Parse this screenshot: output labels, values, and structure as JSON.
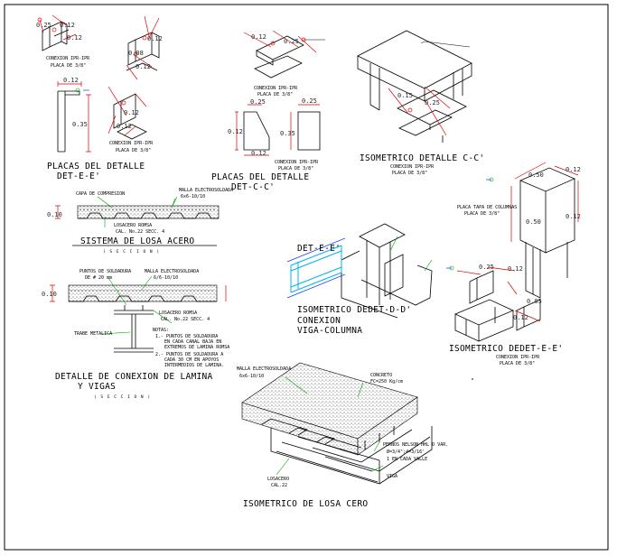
{
  "colors": {
    "border": "#000000",
    "dimension": "#e00000",
    "leader": "#00a000",
    "marker": "#0a3cff",
    "highlight": "#00b4e6"
  },
  "detail_e1": {
    "top_dims": [
      "0.25",
      "0.12",
      "0.12"
    ],
    "note": "CONEXION IPR-IPR",
    "plate": "PLACA DE 3/8\""
  },
  "detail_e2": {
    "top_dims": [
      "0.12",
      "0.08",
      "0.12"
    ],
    "note": "CONEXION IPR-IPR",
    "plate": "PLACA DE 3/8\""
  },
  "plate_e": {
    "dims": [
      "0.12",
      "0.35"
    ],
    "title": "PLACAS DEL DETALLE",
    "title2": "DET-E-E'"
  },
  "detail_e3": {
    "dims": [
      "0.12",
      "0.12"
    ],
    "note": "CONEXION IPR-IPR",
    "plate": "PLACA DE 3/8\""
  },
  "detail_c": {
    "dims": [
      "0.12",
      "0.25"
    ],
    "note": "CONEXION IPR-IPR",
    "plate": "PLACA DE 3/8\""
  },
  "plate_c": {
    "dims": [
      "0.25",
      "0.12",
      "0.25",
      "0.35",
      "0.12"
    ],
    "note": "CONEXION IPR-IPR",
    "plate": "PLACA DE 3/8\"",
    "title": "PLACAS DEL DETALLE",
    "title2": "DET-C-C'"
  },
  "iso_c": {
    "dims": [
      "0.15",
      "0.25"
    ],
    "title": "ISOMETRICO DETALLE C-C'",
    "note": "CONEXION IPR-IPR",
    "plate": "PLACA DE 3/8\""
  },
  "losa_section": {
    "label_left": "CAPA DE COMPRESION",
    "label_right": "MALLA ELECTROSOLDADA",
    "mesh": "6x6-10/10",
    "deck": "LOSACERO ROMSA",
    "gauge": "CAL. No.22 SECC. 4",
    "depth": "0.10",
    "title": "SISTEMA DE LOSA ACERO",
    "sub": "( S E C C I O N )"
  },
  "column_cap": {
    "dims": [
      "0.50",
      "0.12",
      "0.50",
      "0.12"
    ],
    "plate": "PLACA TAPA DE COLUMNAS",
    "plate2": "PLACA DE 3/8\""
  },
  "beam_column": {
    "label": "DET-E-E'",
    "title": "ISOMETRICO DEDET-D-D'",
    "title2": "CONEXION",
    "title3": "VIGA-COLUMNA"
  },
  "iso_e": {
    "dims": [
      "0.25",
      "0.12",
      "0.05",
      "0.12"
    ],
    "title": "ISOMETRICO DEDET-E-E'",
    "note": "CONEXION IPR-IPR",
    "plate": "PLACA DE 3/8\""
  },
  "lamina": {
    "weld": "PUNTOS DE SOLDADURA",
    "weld2": "DE # 20 mm",
    "mesh": "MALLA ELECTROSOLDADA",
    "mesh2": "6/6-10/10",
    "depth": "0.10",
    "deck": "LOSACERO ROMSA",
    "gauge": "CAL. No.22 SECC. 4",
    "beam": "TRABE METALICA",
    "notes_head": "NOTAS:",
    "notes": [
      "1.- PUNTOS DE SOLDADURA",
      "EN CADA CANAL BAJA EN",
      "EXTREMOS DE LAMINA ROMSA",
      "2.- PUNTOS DE SOLDADURA A",
      "CADA 30 CM EN APOYOS",
      "INTERMEDIOS DE LAMINA."
    ],
    "title": "DETALLE DE CONEXION DE LAMINA",
    "title2": "Y VIGAS",
    "sub": "( S E C C I O N )"
  },
  "iso_losa": {
    "mesh": "MALLA ELECTROSOLDADA",
    "mesh2": "6x6-10/10",
    "concrete": "CONCRETO",
    "fc": "FC=250 Kg/cm",
    "stud": "PERNOS NELSON HHL O VAR.",
    "stud2": "Ø=3/4\";4=3/16'",
    "stud3": "1 EN CADA VALLE",
    "deck": "LOSACERO",
    "gauge": "CAL.22",
    "beam": "VIGA",
    "title": "ISOMETRICO DE LOSA CERO"
  }
}
